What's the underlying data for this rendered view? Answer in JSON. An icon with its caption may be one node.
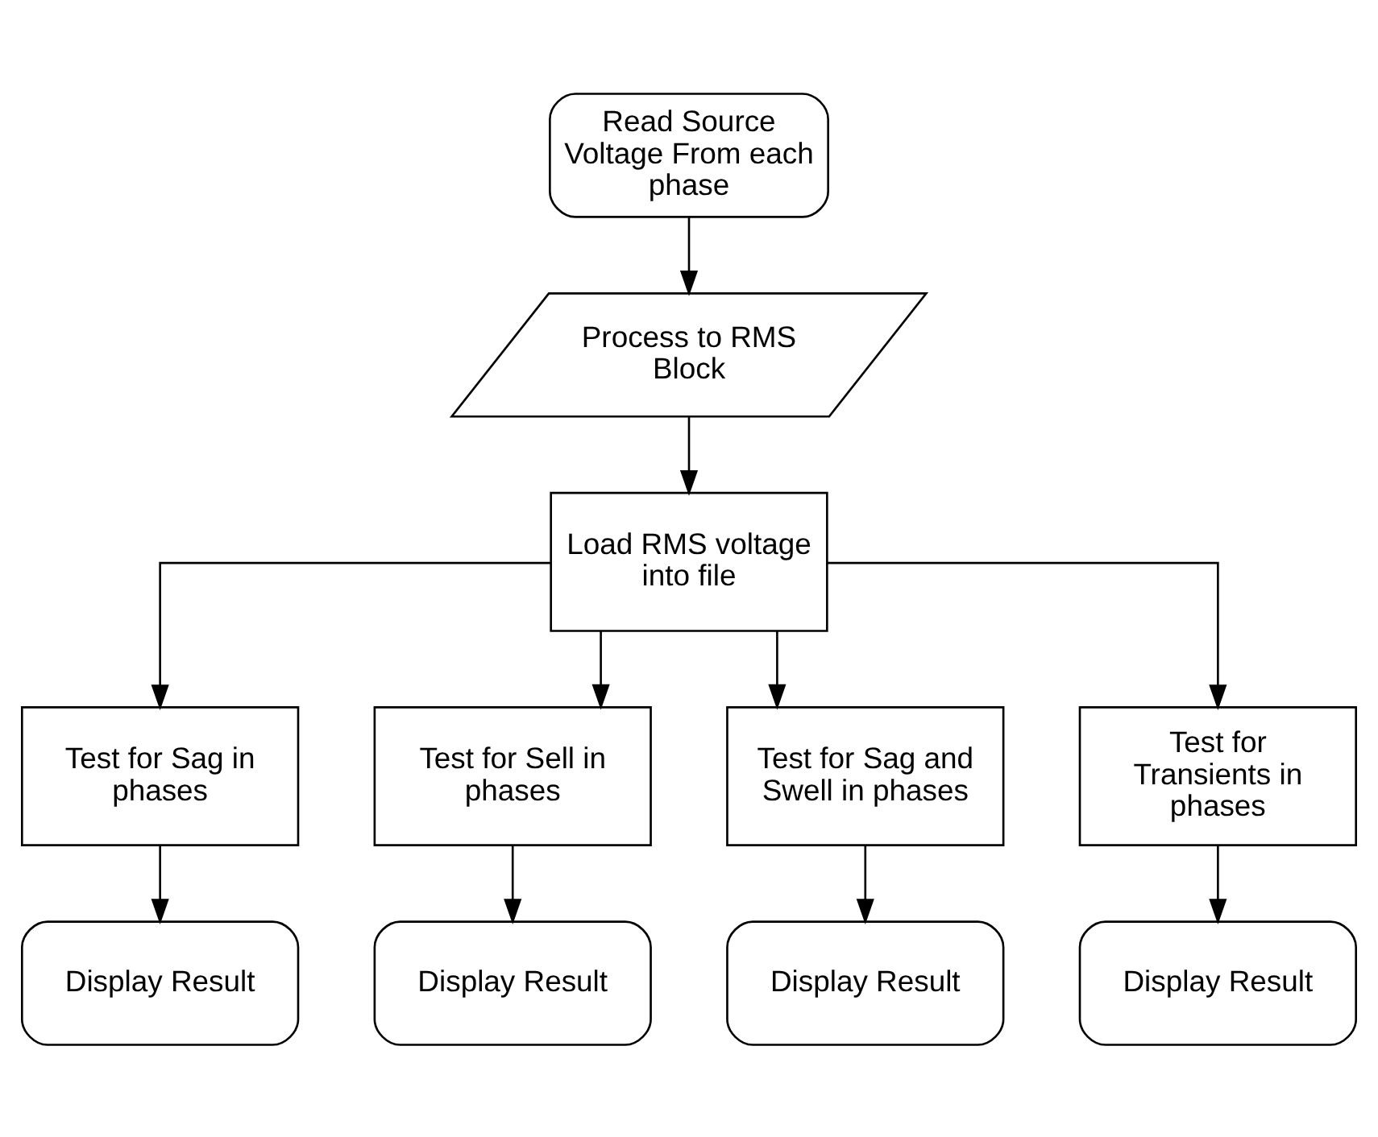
{
  "diagram": {
    "nodes": [
      {
        "text": [
          "Read Source Voltage From each phase"
        ]
      },
      {
        "text": [
          "Process to RMS Block"
        ]
      },
      {
        "text": [
          "Load RMS voltage into file"
        ]
      },
      {
        "text": [
          "Test for Sag in phases"
        ]
      },
      {
        "text": [
          "Test for Sell in phases"
        ]
      },
      {
        "text": [
          "Test for Sag and Swell in phases"
        ]
      },
      {
        "text": [
          "Test for Transients in phases"
        ]
      },
      {
        "text": [
          "Display Result"
        ]
      },
      {
        "text": [
          "Display Result"
        ]
      },
      {
        "text": [
          "Display Result"
        ]
      },
      {
        "text": [
          "Display Result"
        ]
      }
    ],
    "edges": [
      {
        "from": 0,
        "to": 1,
        "arrow": "to"
      },
      {
        "from": 1,
        "to": 2,
        "arrow": "to"
      },
      {
        "from": 2,
        "to": 3,
        "arrow": "to"
      },
      {
        "from": 2,
        "to": 4,
        "arrow": "to"
      },
      {
        "from": 2,
        "to": 5,
        "arrow": "to"
      },
      {
        "from": 2,
        "to": 6,
        "arrow": "to"
      },
      {
        "from": 3,
        "to": 7,
        "arrow": "to"
      },
      {
        "from": 4,
        "to": 8,
        "arrow": "to"
      },
      {
        "from": 5,
        "to": 9,
        "arrow": "to"
      },
      {
        "from": 6,
        "to": 10,
        "arrow": "to"
      }
    ]
  }
}
